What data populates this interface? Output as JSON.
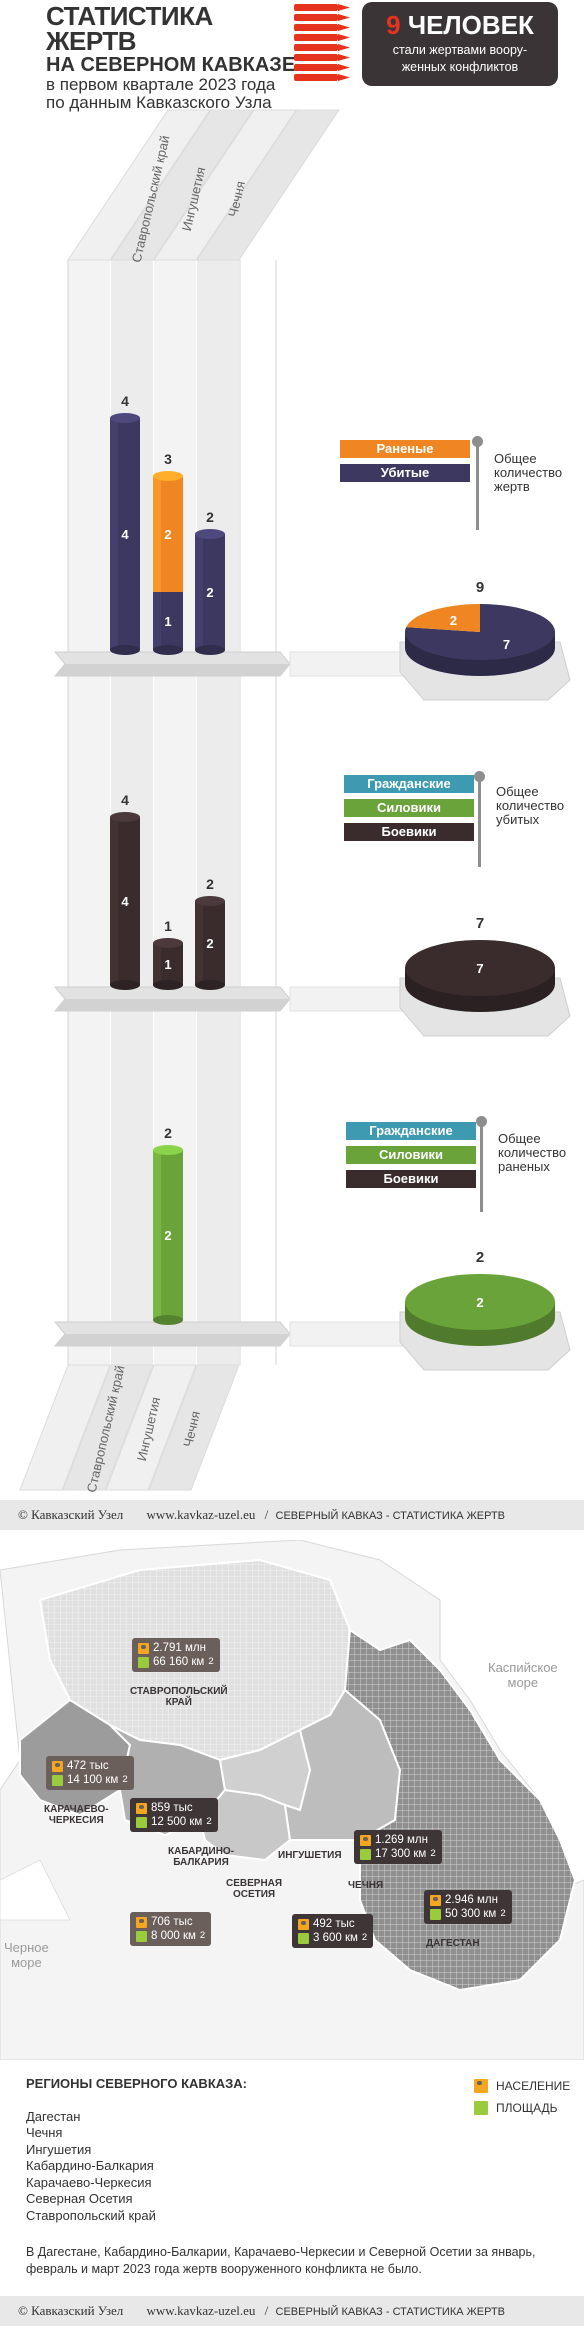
{
  "header": {
    "title_line1": "СТАТИСТИКА ЖЕРТВ",
    "title_line2": "НА СЕВЕРНОМ КАВКАЗЕ",
    "subtitle_line1": "в первом квартале 2023 года",
    "subtitle_line2": "по данным Кавказского Узла"
  },
  "victims_box": {
    "count": "9",
    "unit": "ЧЕЛОВЕК",
    "text_line1": "стали жертвами воору-",
    "text_line2": "женных  конфликтов"
  },
  "colors": {
    "killed": "#3c3860",
    "wounded": "#ef8622",
    "fighters": "#3a2c2d",
    "security": "#6aa33a",
    "civilians": "#3d9ab0",
    "victims_box": "#3a3436",
    "accent_red": "#e5331e"
  },
  "regions_top": [
    "Ставропольский край",
    "Ингушетия",
    "Чечня"
  ],
  "regions_bottom": [
    "Ставропольский край",
    "Ингушетия",
    "Чечня"
  ],
  "chart_data": [
    {
      "type": "bar",
      "categories": [
        "Ставропольский край",
        "Ингушетия",
        "Чечня"
      ],
      "series": [
        {
          "name": "Убитые",
          "values": [
            4,
            1,
            2
          ]
        },
        {
          "name": "Раненые",
          "values": [
            0,
            2,
            0
          ]
        }
      ],
      "totals": [
        4,
        3,
        2
      ],
      "legend": [
        "Раненые",
        "Убитые"
      ],
      "legend_caption": [
        "Общее",
        "количество",
        "жертв"
      ],
      "pie": {
        "total": "9",
        "slices": [
          {
            "name": "Убитые",
            "value": 7
          },
          {
            "name": "Раненые",
            "value": 2
          }
        ]
      }
    },
    {
      "type": "bar",
      "categories": [
        "Ставропольский край",
        "Ингушетия",
        "Чечня"
      ],
      "series": [
        {
          "name": "Боевики",
          "values": [
            4,
            1,
            2
          ]
        }
      ],
      "totals": [
        4,
        1,
        2
      ],
      "legend": [
        "Гражданские",
        "Силовики",
        "Боевики"
      ],
      "legend_caption": [
        "Общее",
        "количество",
        "убитых"
      ],
      "pie": {
        "total": "7",
        "slices": [
          {
            "name": "Боевики",
            "value": 7
          }
        ]
      }
    },
    {
      "type": "bar",
      "categories": [
        "Ставропольский край",
        "Ингушетия",
        "Чечня"
      ],
      "series": [
        {
          "name": "Силовики",
          "values": [
            0,
            2,
            0
          ]
        }
      ],
      "totals": [
        0,
        2,
        0
      ],
      "legend": [
        "Гражданские",
        "Силовики",
        "Боевики"
      ],
      "legend_caption": [
        "Общее",
        "количество",
        "раненых"
      ],
      "pie": {
        "total": "2",
        "slices": [
          {
            "name": "Силовики",
            "value": 2
          }
        ]
      }
    }
  ],
  "footer": {
    "copyright": "© Кавказский Узел",
    "url": "www.kavkaz-uzel.eu",
    "separator": "/",
    "section": "СЕВЕРНЫЙ КАВКАЗ - СТАТИСТИКА ЖЕРТВ"
  },
  "map": {
    "seas": {
      "caspian_line1": "Каспийское",
      "caspian_line2": "море",
      "black_line1": "Черное",
      "black_line2": "море"
    },
    "regions": {
      "stavropol": {
        "label1": "СТАВРОПОЛЬСКИЙ",
        "label2": "КРАЙ",
        "population": "2.791 млн",
        "area": "66 160 км",
        "area_exp": "2"
      },
      "kchr": {
        "label1": "КАРАЧАЕВО-",
        "label2": "ЧЕРКЕСИЯ",
        "population": "472 тыс",
        "area": "14 100 км",
        "area_exp": "2"
      },
      "kbr": {
        "label1": "КАБАРДИНО-",
        "label2": "БАЛКАРИЯ",
        "population": "859 тыс",
        "area": "12 500 км",
        "area_exp": "2"
      },
      "ossetia": {
        "label1": "СЕВЕРНАЯ",
        "label2": "ОСЕТИЯ",
        "population": "706 тыс",
        "area": "8 000 км",
        "area_exp": "2"
      },
      "ingush": {
        "label1": "ИНГУШЕТИЯ",
        "population": "492 тыс",
        "area": "3 600 км",
        "area_exp": "2"
      },
      "chechnya": {
        "label1": "ЧЕЧНЯ",
        "population": "1.269 млн",
        "area": "17 300 км",
        "area_exp": "2"
      },
      "dagestan": {
        "label1": "ДАГЕСТАН",
        "population": "2.946 млн",
        "area": "50 300 км",
        "area_exp": "2"
      }
    }
  },
  "regions_list": {
    "title": "РЕГИОНЫ СЕВЕРНОГО КАВКАЗА:",
    "items": [
      "Дагестан",
      "Чечня",
      "Ингушетия",
      "Кабардино-Балкария",
      "Карачаево-Черкесия",
      "Северная Осетия",
      "Ставропольский край"
    ],
    "legend_population": "НАСЕЛЕНИЕ",
    "legend_area": "ПЛОЩАДЬ"
  },
  "note": {
    "line1": "В Дагестане, Кабардино-Балкарии, Карачаево-Черкесии и Северной Осетии за январь,",
    "line2": "февраль и март 2023 года жертв вооруженного конфликта не было."
  }
}
